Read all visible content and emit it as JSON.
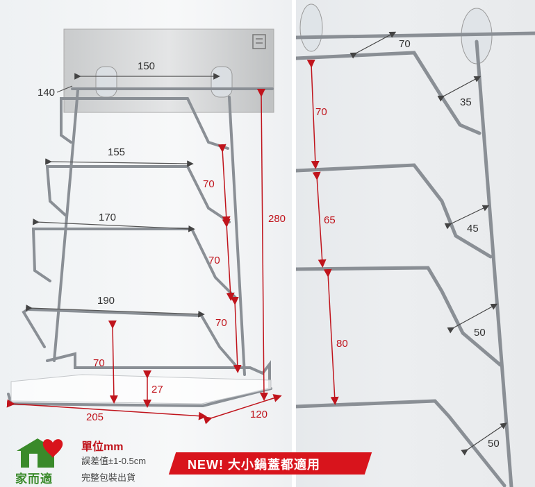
{
  "left_panel": {
    "dims_width": {
      "top_bar": "150",
      "top_depth": "140",
      "rung1": "155",
      "rung2": "170",
      "rung3": "190",
      "base_width": "205",
      "base_depth": "120"
    },
    "dims_height": {
      "gap1": "70",
      "gap2": "70",
      "gap3": "70",
      "total": "280",
      "bottom_gap": "70",
      "base_height": "27"
    }
  },
  "right_panel": {
    "dims_spacing": {
      "a": "70",
      "b": "65",
      "c": "80"
    },
    "dims_angle": {
      "top": "70",
      "a": "35",
      "b": "45",
      "c": "50",
      "d": "50"
    }
  },
  "footer": {
    "unit_title": "單位mm",
    "tolerance": "誤差值±1-0.5cm",
    "packaging": "完整包裝出貨",
    "banner": "NEW! 大小鍋蓋都適用",
    "logo_text": "家而適"
  },
  "colors": {
    "red": "#c0141c",
    "steel": "#8a8f95",
    "logo_green": "#3a8a2a",
    "logo_heart": "#d8141c"
  },
  "icons": [
    "house-heart-logo-icon",
    "chinese-character-badge-icon"
  ]
}
